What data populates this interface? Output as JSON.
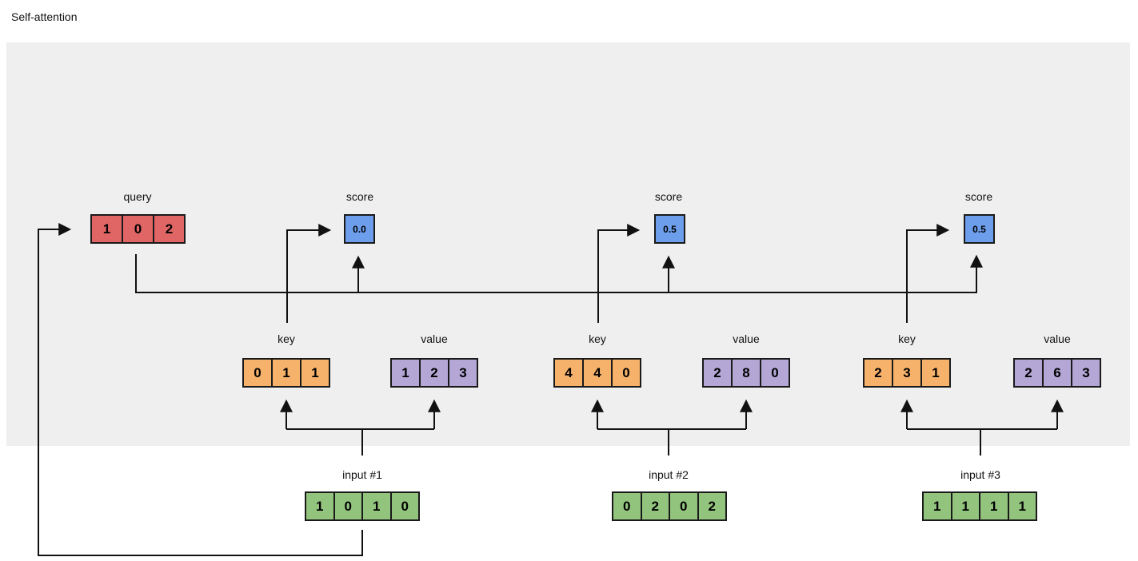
{
  "title": "Self-attention",
  "colors": {
    "panel": "#efefef",
    "line": "#111111",
    "query": "#e06666",
    "score": "#6d9eeb",
    "key": "#f6b26b",
    "value": "#b4a7d6",
    "input": "#93c47d"
  },
  "query": {
    "label": "query",
    "values": [
      "1",
      "0",
      "2"
    ]
  },
  "groups": [
    {
      "score": {
        "label": "score",
        "value": "0.0"
      },
      "key": {
        "label": "key",
        "values": [
          "0",
          "1",
          "1"
        ]
      },
      "value": {
        "label": "value",
        "values": [
          "1",
          "2",
          "3"
        ]
      },
      "input": {
        "label": "input #1",
        "values": [
          "1",
          "0",
          "1",
          "0"
        ]
      }
    },
    {
      "score": {
        "label": "score",
        "value": "0.5"
      },
      "key": {
        "label": "key",
        "values": [
          "4",
          "4",
          "0"
        ]
      },
      "value": {
        "label": "value",
        "values": [
          "2",
          "8",
          "0"
        ]
      },
      "input": {
        "label": "input #2",
        "values": [
          "0",
          "2",
          "0",
          "2"
        ]
      }
    },
    {
      "score": {
        "label": "score",
        "value": "0.5"
      },
      "key": {
        "label": "key",
        "values": [
          "2",
          "3",
          "1"
        ]
      },
      "value": {
        "label": "value",
        "values": [
          "2",
          "6",
          "3"
        ]
      },
      "input": {
        "label": "input #3",
        "values": [
          "1",
          "1",
          "1",
          "1"
        ]
      }
    }
  ]
}
